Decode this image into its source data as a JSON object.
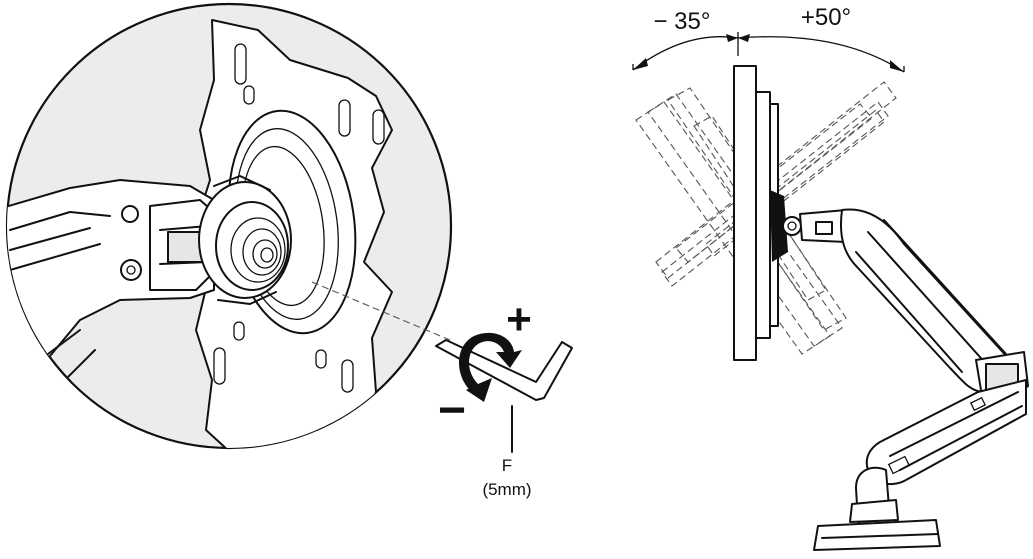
{
  "tool": {
    "label": "F",
    "size": "(5mm)"
  },
  "adjust": {
    "plus": "+",
    "minus": "−"
  },
  "tilt": {
    "backward": "− 35°",
    "forward": "+50°"
  }
}
